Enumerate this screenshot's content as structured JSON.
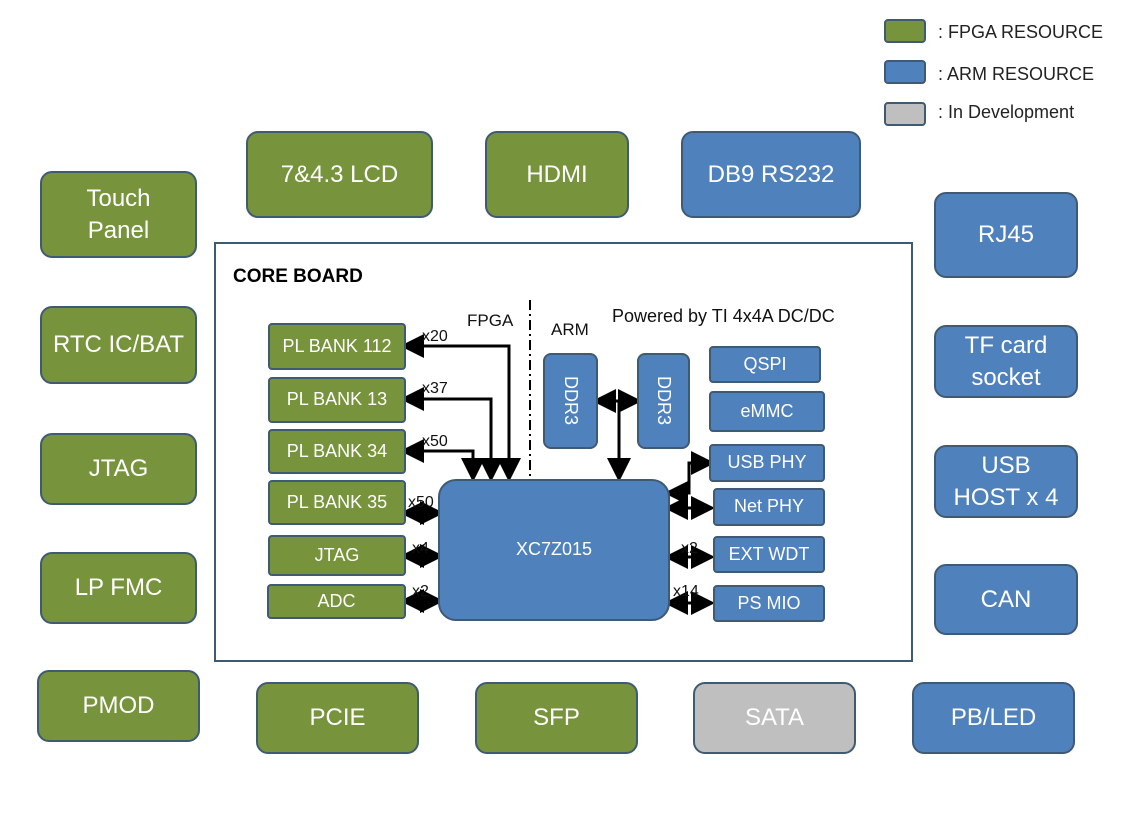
{
  "legend": [
    {
      "label": ": FPGA RESOURCE",
      "color": "#77933c"
    },
    {
      "label": ": ARM RESOURCE",
      "color": "#4f81bd"
    },
    {
      "label": ": In Development",
      "color": "#bfbfbf"
    }
  ],
  "peripherals": {
    "touch_panel": "Touch\nPanel",
    "rtc": "RTC IC/BAT",
    "jtag": "JTAG",
    "lp_fmc": "LP FMC",
    "pmod": "PMOD",
    "lcd": "7&4.3 LCD",
    "hdmi": "HDMI",
    "db9": "DB9 RS232",
    "rj45": "RJ45",
    "tf_card": "TF card\nsocket",
    "usb_host": "USB\nHOST x 4",
    "can": "CAN",
    "pcie": "PCIE",
    "sfp": "SFP",
    "sata": "SATA",
    "pb_led": "PB/LED"
  },
  "core": {
    "title": "CORE BOARD",
    "fpga_label": "FPGA",
    "arm_label": "ARM",
    "power_label": "Powered by TI 4x4A DC/DC",
    "soc": "XC7Z015",
    "left_blocks": [
      "PL BANK 112",
      "PL BANK 13",
      "PL BANK 34",
      "PL BANK 35",
      "JTAG",
      "ADC"
    ],
    "left_widths": [
      "x20",
      "x37",
      "x50",
      "x50",
      "x4",
      "x2"
    ],
    "ddr": [
      "DDR3",
      "DDR3"
    ],
    "right_top": [
      "QSPI",
      "eMMC"
    ],
    "right_blocks": [
      "USB PHY",
      "Net PHY",
      "EXT WDT",
      "PS MIO"
    ],
    "right_widths": [
      "x2",
      "x14"
    ]
  },
  "colors": {
    "fpga": "#77933c",
    "arm": "#4f81bd",
    "dev": "#bfbfbf"
  }
}
